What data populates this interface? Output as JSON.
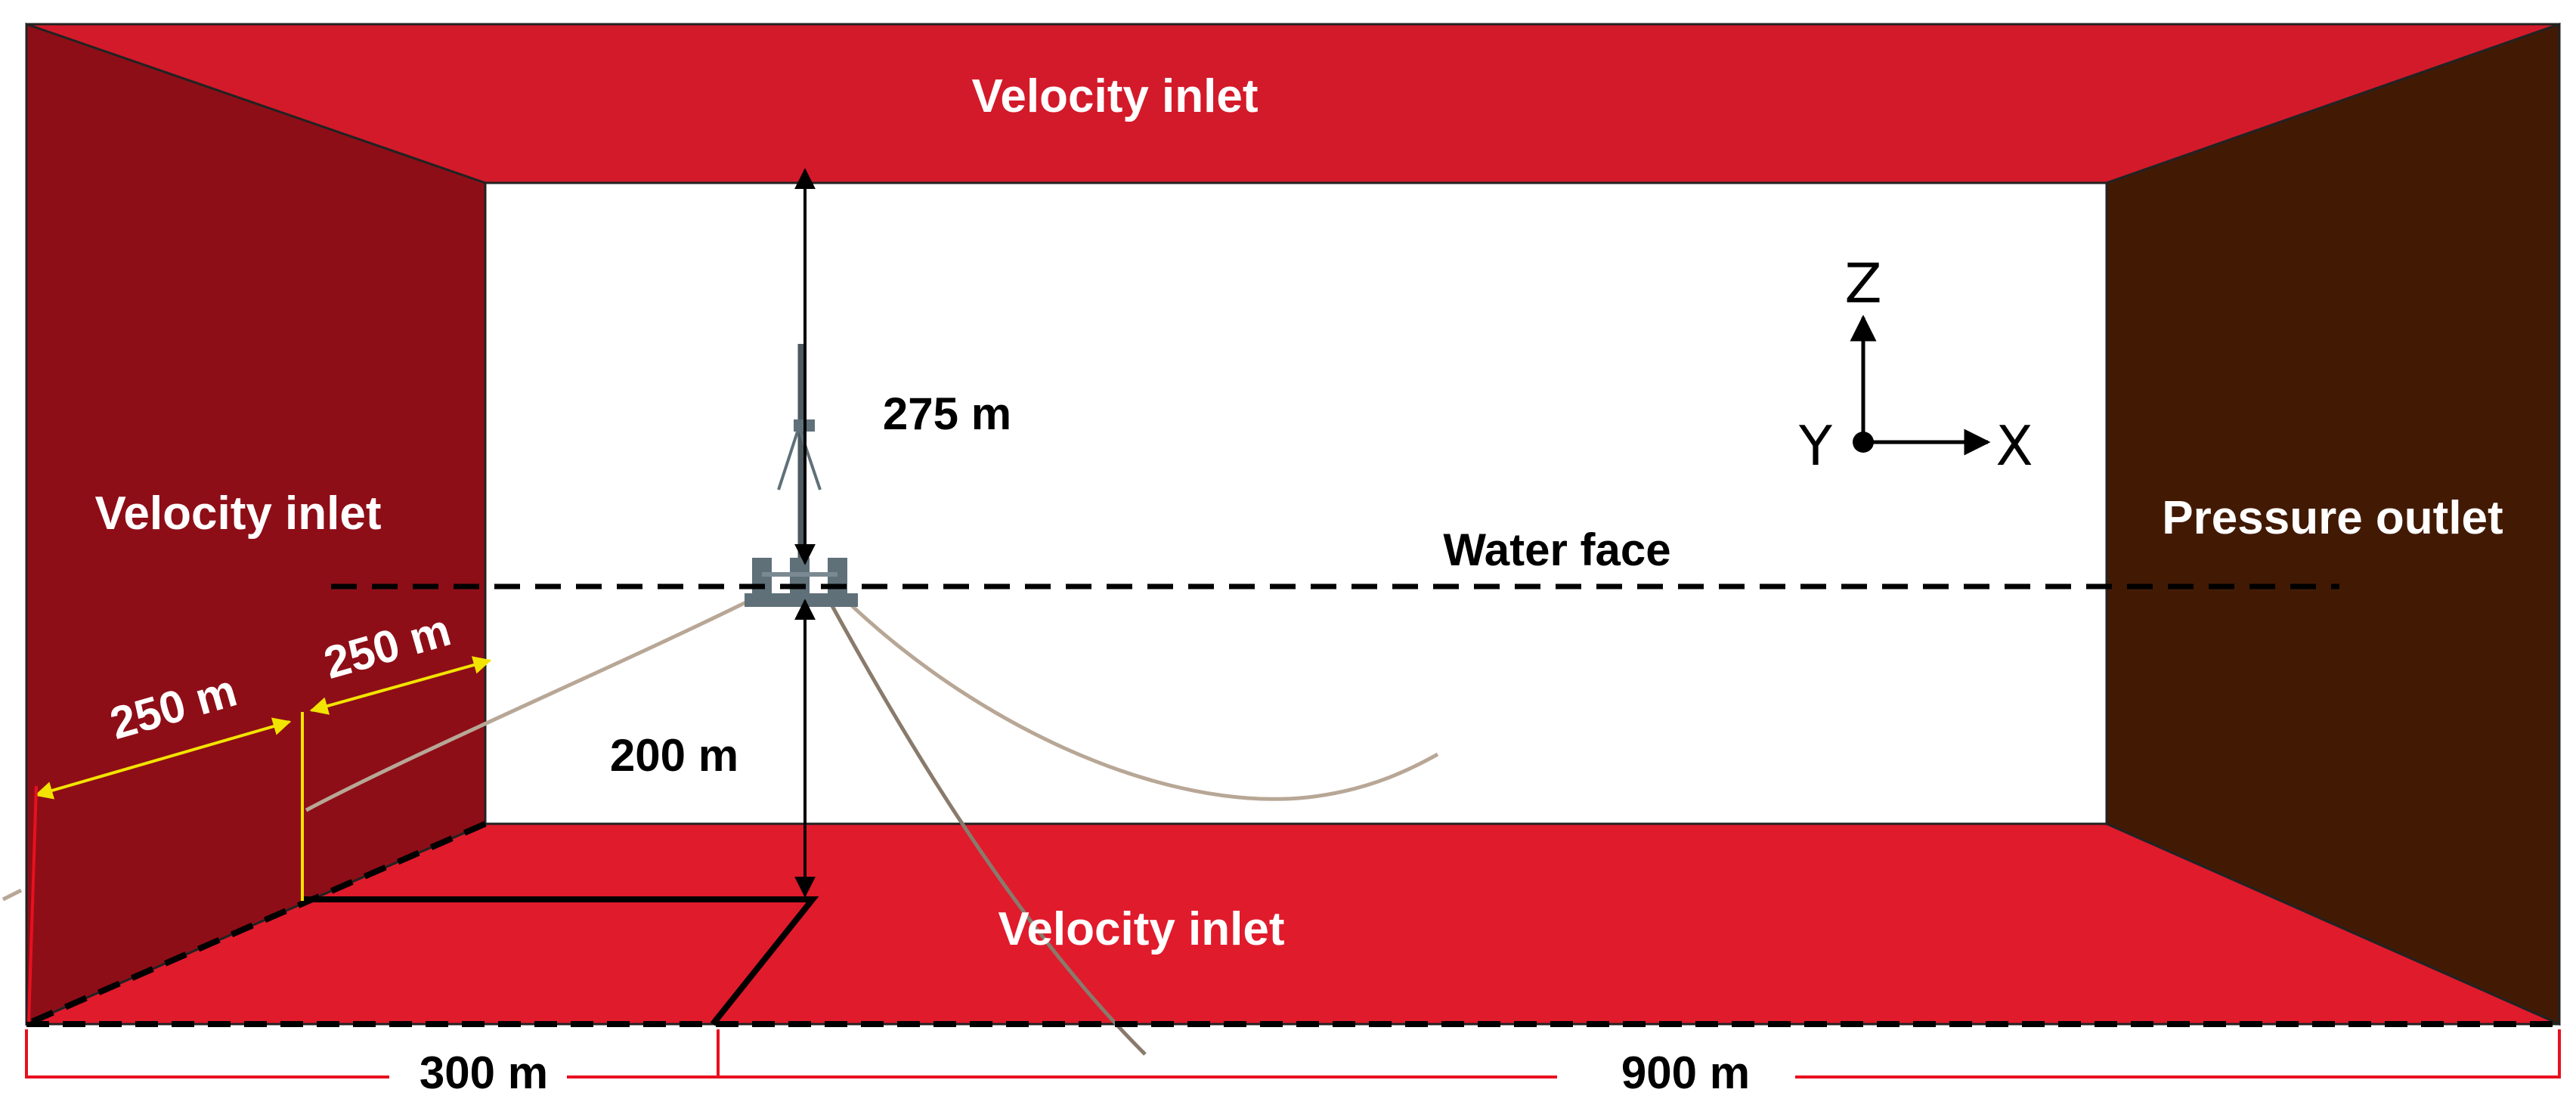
{
  "labels": {
    "top_face": "Velocity inlet",
    "left_face": "Velocity inlet",
    "bottom_face": "Velocity inlet",
    "right_face": "Pressure outlet",
    "water_face": "Water face",
    "height_above": "275 m",
    "depth_below": "200 m",
    "width_left": "250 m",
    "width_right": "250 m",
    "length_front": "300 m",
    "length_back": "900 m"
  },
  "axes": {
    "z": "Z",
    "y": "Y",
    "x": "X"
  },
  "colors": {
    "top_face": "#d31a2a",
    "left_face": "#8e0e17",
    "bottom_face": "#e01b2c",
    "right_face": "#421a04",
    "yellow_dimension": "#f2e400",
    "red_dimension": "#e8101f",
    "mooring_line": "#b8a796",
    "platform": "#5f7079"
  }
}
